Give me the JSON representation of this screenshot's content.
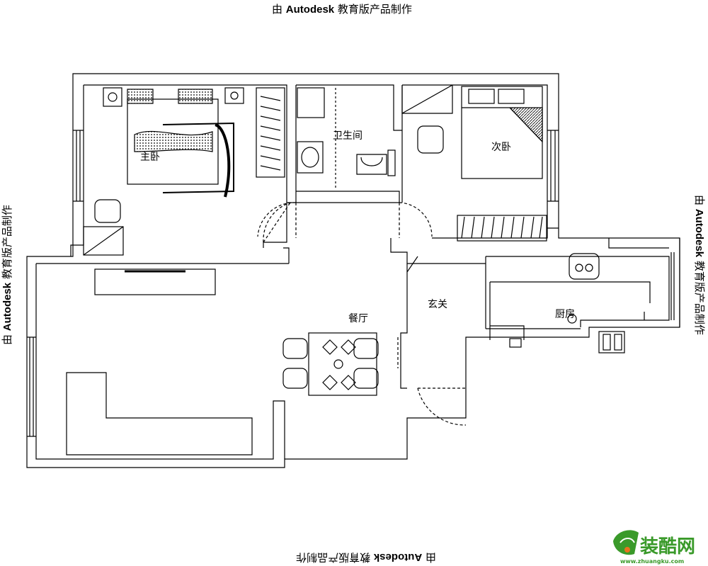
{
  "stamps": {
    "top": {
      "prefix": "由",
      "brand": "Autodesk",
      "suffix": "教育版产品制作"
    },
    "bottom": {
      "prefix": "由",
      "brand": "Autodesk",
      "suffix": "教育版产品制作"
    },
    "left": {
      "prefix": "由",
      "brand": "Autodesk",
      "suffix": "教育版产品制作"
    },
    "right": {
      "prefix": "由",
      "brand": "Autodesk",
      "suffix": "教育版产品制作"
    }
  },
  "rooms": {
    "master_bedroom": "主卧",
    "bathroom": "卫生间",
    "second_bedroom": "次卧",
    "dining": "餐厅",
    "entrance": "玄关",
    "kitchen": "厨房"
  },
  "watermark": {
    "name": "装酷网",
    "url": "www.zhuangku.com",
    "colors": {
      "green": "#3a9a2a",
      "orange": "#e8731e"
    }
  },
  "colors": {
    "line": "#000000",
    "background": "#ffffff"
  }
}
